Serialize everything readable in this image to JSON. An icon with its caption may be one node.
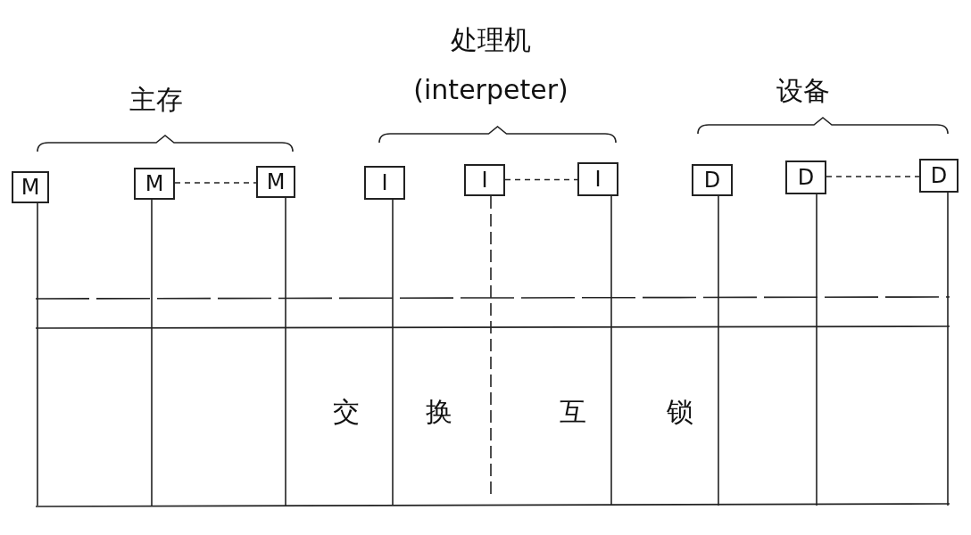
{
  "diagram": {
    "nodes": [
      {
        "text": [
          "M"
        ]
      },
      {
        "text": [
          "M"
        ]
      },
      {
        "text": [
          "M"
        ]
      },
      {
        "text": [
          "I"
        ]
      },
      {
        "text": [
          "I"
        ]
      },
      {
        "text": [
          "I"
        ]
      },
      {
        "text": [
          "D"
        ]
      },
      {
        "text": [
          "D"
        ]
      },
      {
        "text": [
          "D"
        ]
      }
    ],
    "edges": [
      {
        "from": 1,
        "to": 2,
        "arrow": "none",
        "style": "dashed"
      },
      {
        "from": 4,
        "to": 5,
        "arrow": "none",
        "style": "dashed"
      },
      {
        "from": 7,
        "to": 8,
        "arrow": "none",
        "style": "dashed"
      }
    ],
    "labels": [
      "处理机",
      "主存",
      "(interpeter)",
      "设备",
      "交",
      "换",
      "互",
      "锁"
    ]
  }
}
